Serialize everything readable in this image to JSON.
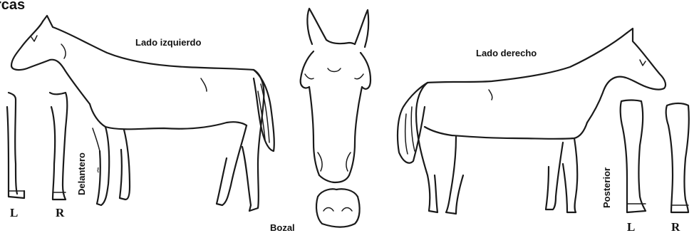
{
  "header": {
    "title_fragment": "rcas"
  },
  "labels": {
    "left_side": "Lado izquierdo",
    "right_side": "Lado derecho",
    "front": "Delantero",
    "hind": "Posterior",
    "muzzle": "Bozal"
  },
  "legs": {
    "front_left": "L",
    "front_right": "R",
    "hind_left": "L",
    "hind_right": "R"
  },
  "colors": {
    "ink": "#1a1a1a",
    "background": "#ffffff"
  }
}
